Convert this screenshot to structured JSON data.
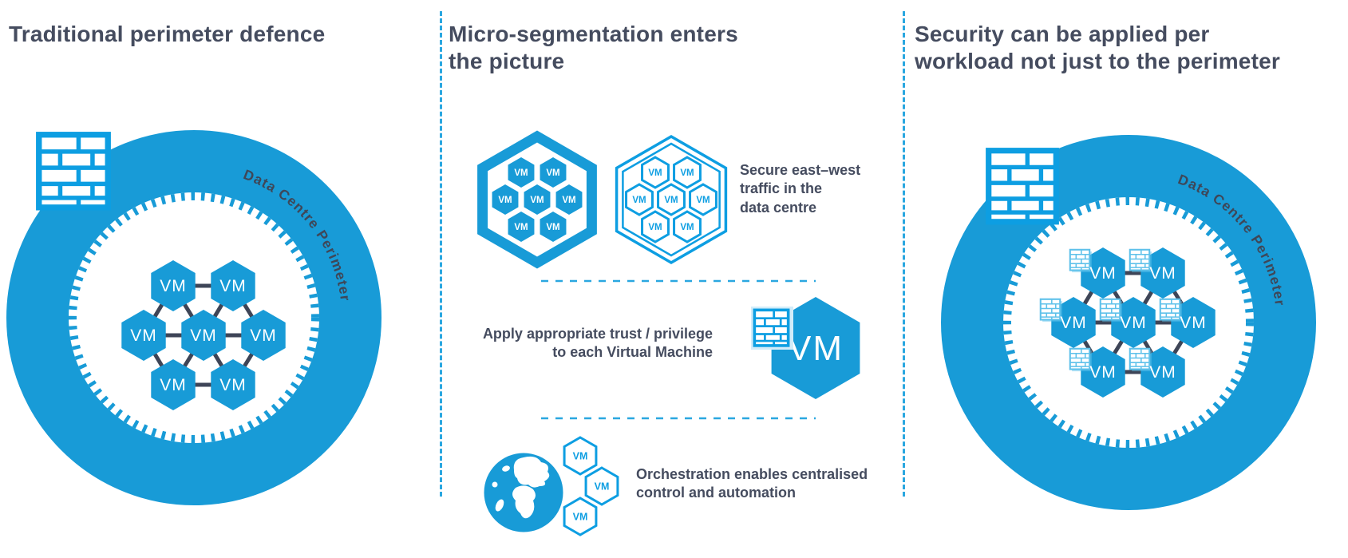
{
  "vm_label": "VM",
  "colors": {
    "main_blue": "#189bd7",
    "icon_blue": "#0d9ee2",
    "light_badge_blue": "#5ec1ea",
    "dark_text": "#454c5f",
    "link_dark": "#3e4557",
    "dash_blue": "#2aa7e0"
  },
  "left": {
    "title": "Traditional perimeter defence",
    "perimeter_label": "Data Centre Perimeter"
  },
  "middle": {
    "title": "Micro-segmentation enters\nthe picture",
    "row1": {
      "caption": "Secure east–west\ntraffic in the\ndata centre"
    },
    "row2": {
      "caption": "Apply appropriate trust / privilege\nto each Virtual Machine"
    },
    "row3": {
      "caption": "Orchestration enables centralised\ncontrol and automation"
    }
  },
  "right": {
    "title": "Security can be applied per\nworkload not just to the perimeter",
    "perimeter_label": "Data Centre Perimeter"
  }
}
